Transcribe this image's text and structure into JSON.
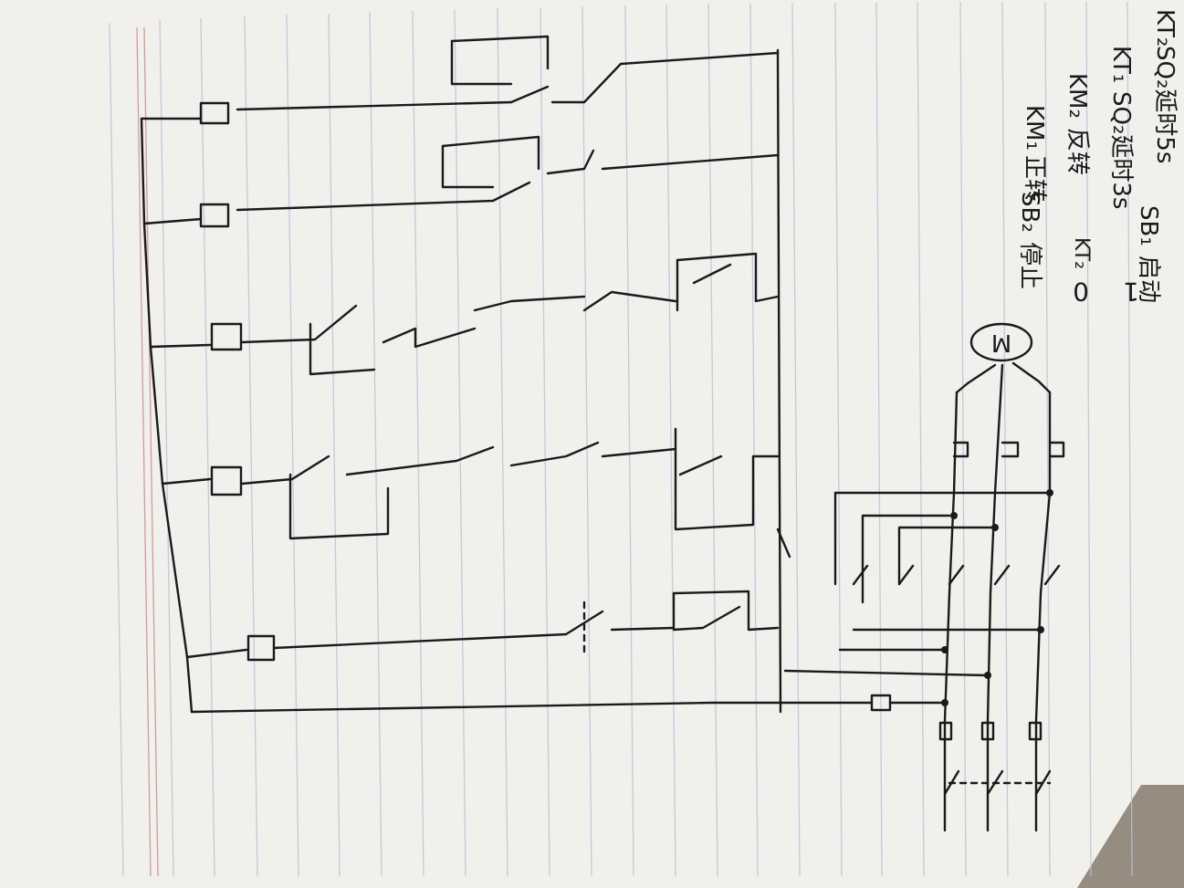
{
  "legend": {
    "items": [
      {
        "code": "KT₂",
        "desc": "SQ₂延时5s"
      },
      {
        "code": "KT₁",
        "desc": "SQ₂延时3s"
      },
      {
        "code": "KM₂",
        "desc": "反转"
      },
      {
        "code": "KM₁",
        "desc": "正转"
      },
      {
        "code": "SB₂",
        "desc": "停止"
      },
      {
        "code": "SB₁",
        "desc": "启动"
      },
      {
        "code": "0",
        "desc": ""
      },
      {
        "code": "1",
        "desc": ""
      }
    ]
  },
  "motor": {
    "symbol": "M"
  },
  "colors": {
    "paper": "#f1f0ec",
    "ink": "#1a1a1a",
    "rule": "#b9c3d9",
    "margin": "#d29a9a",
    "desk": "#4a3d2f"
  }
}
